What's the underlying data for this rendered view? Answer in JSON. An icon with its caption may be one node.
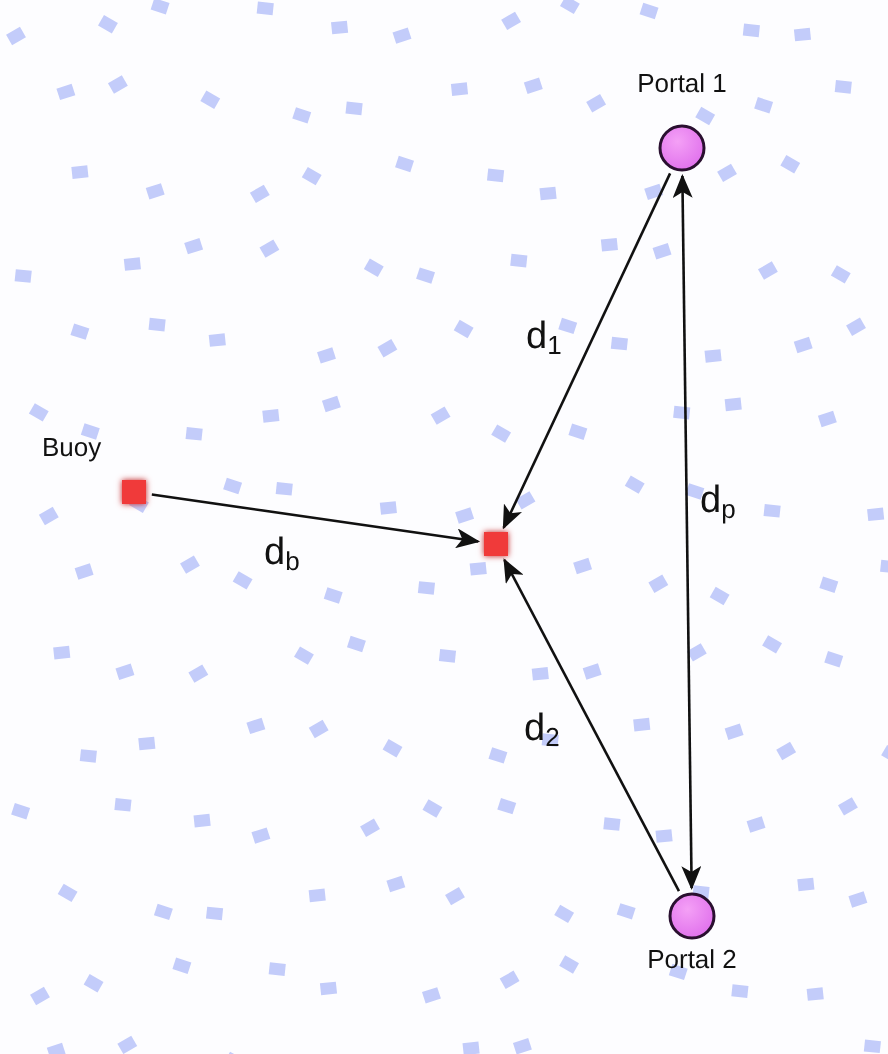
{
  "diagram": {
    "nodes": [
      {
        "text": [
          "Portal 1"
        ]
      },
      {
        "text": [
          "Buoy"
        ]
      },
      {
        "text": [],
        "shape": "box"
      },
      {
        "text": [
          "Portal 2"
        ]
      }
    ],
    "edges": [
      {
        "from": 0,
        "to": 2,
        "arrow": "to",
        "label": "d$_{1}$"
      },
      {
        "from": 1,
        "to": 2,
        "arrow": "to",
        "label": "d$_{b}$"
      },
      {
        "from": 3,
        "to": 2,
        "arrow": "to",
        "label": "d$_{2}$"
      },
      {
        "from": 0,
        "to": 3,
        "arrow": "both",
        "label": "d$_{p}$"
      }
    ]
  }
}
